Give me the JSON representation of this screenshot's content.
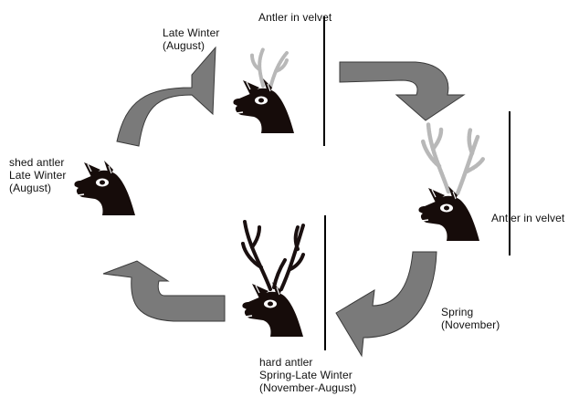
{
  "labels": {
    "top_left": {
      "line1": "Late Winter",
      "line2": "(August)"
    },
    "top_center": "Antler in velvet",
    "left": {
      "line1": "shed antler",
      "line2": "Late Winter",
      "line3": "(August)"
    },
    "right": "Antler in velvet",
    "bottom_right": {
      "line1": "Spring",
      "line2": "(November)"
    },
    "bottom_center": {
      "line1": "hard antler",
      "line2": "Spring-Late Winter",
      "line3": "(November-August)"
    }
  },
  "colors": {
    "arrow_fill": "#7a7a7a",
    "arrow_stroke": "#3a3a3a",
    "head": "#160c0a",
    "velvet_antler": "#b8b8b8",
    "hard_antler": "#1a1010",
    "divider": "#000000"
  },
  "icons": [
    "deer-head-shed",
    "deer-head-velvet-small",
    "deer-head-velvet-large",
    "deer-head-hard-antler",
    "curved-arrow"
  ]
}
